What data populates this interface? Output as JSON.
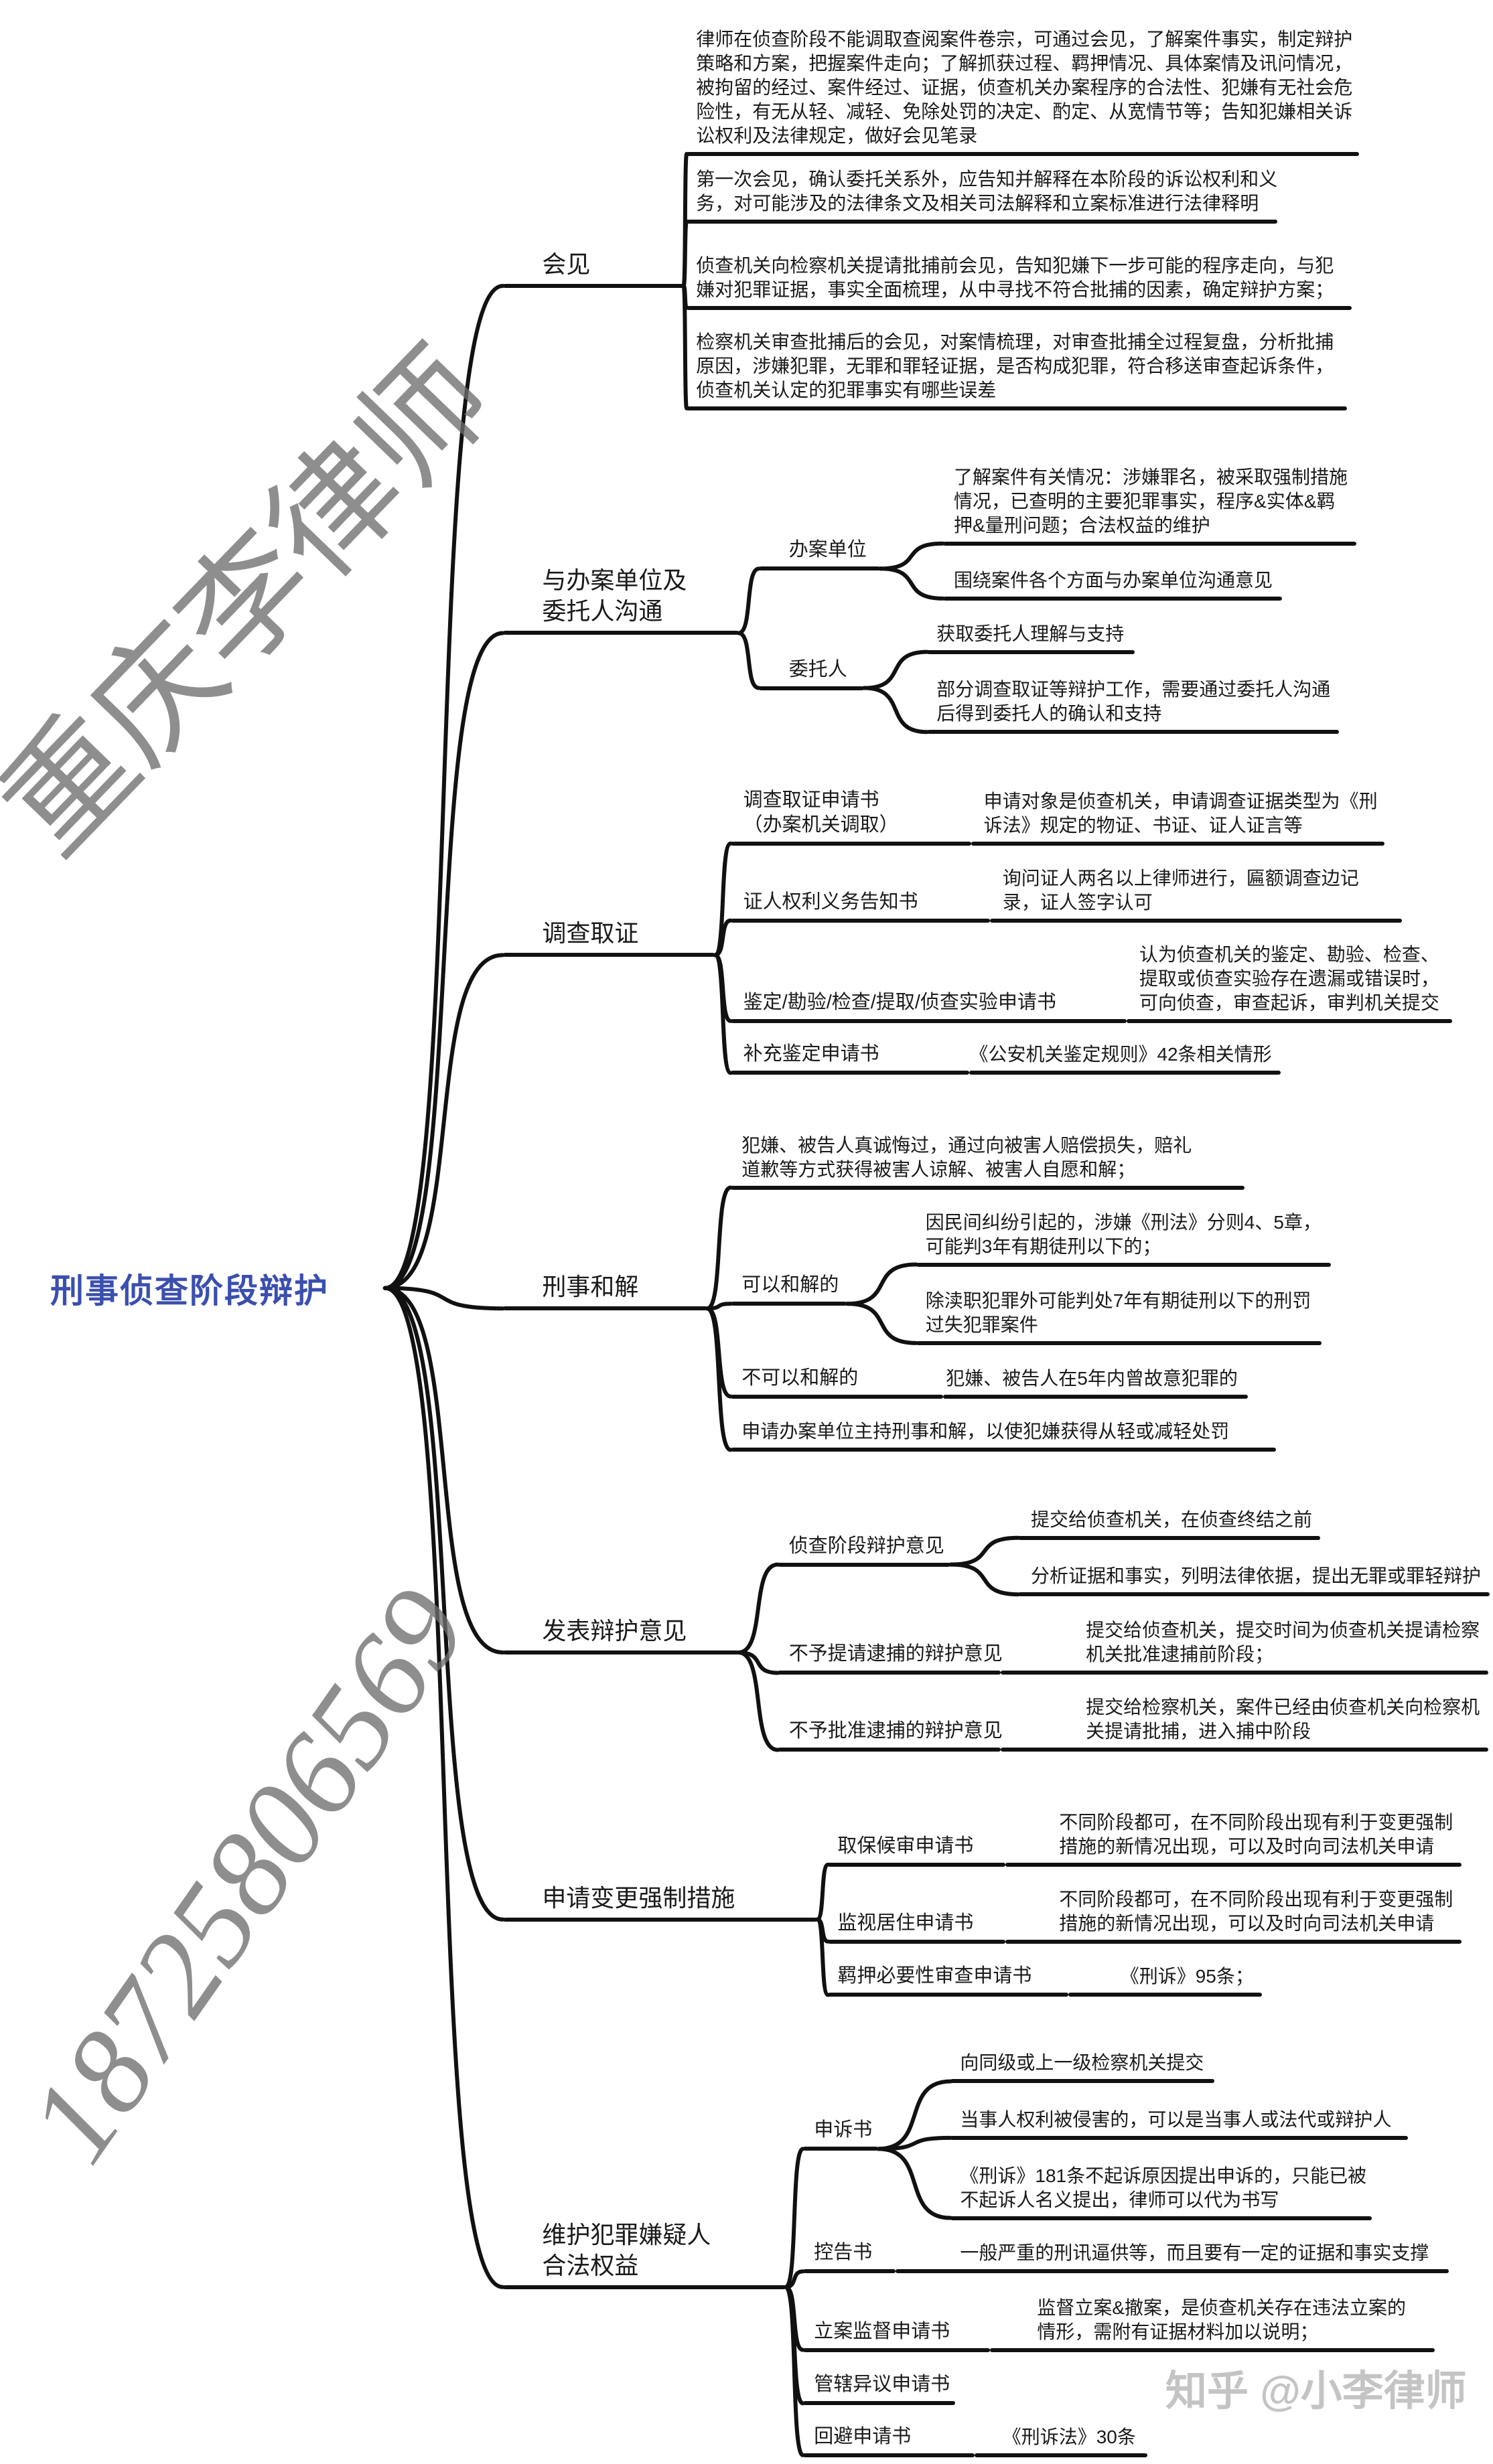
{
  "root": {
    "title": "刑事侦查阶段辩护",
    "title_color": "#3b4fae"
  },
  "branches": [
    {
      "label": "会见",
      "items": [
        "律师在侦查阶段不能调取查阅案件卷宗，可通过会见，了解案件事实，制定辩护策略和方案，把握案件走向；了解抓获过程、羁押情况、具体案情及讯问情况，被拘留的经过、案件经过、证据，侦查机关办案程序的合法性、犯嫌有无社会危险性，有无从轻、减轻、免除处罚的决定、酌定、从宽情节等；告知犯嫌相关诉讼权利及法律规定，做好会见笔录",
        "第一次会见，确认委托关系外，应告知并解释在本阶段的诉讼权利和义务，对可能涉及的法律条文及相关司法解释和立案标准进行法律释明",
        "侦查机关向检察机关提请批捕前会见，告知犯嫌下一步可能的程序走向，与犯嫌对犯罪证据，事实全面梳理，从中寻找不符合批捕的因素，确定辩护方案；",
        "检察机关审查批捕后的会见，对案情梳理，对审查批捕全过程复盘，分析批捕原因，涉嫌犯罪，无罪和罪轻证据，是否构成犯罪，符合移送审查起诉条件，侦查机关认定的犯罪事实有哪些误差"
      ]
    },
    {
      "label": "与办案单位及委托人沟通",
      "children": [
        {
          "label": "办案单位",
          "items": [
            "了解案件有关情况：涉嫌罪名，被采取强制措施情况，已查明的主要犯罪事实，程序&实体&羁押&量刑问题；合法权益的维护",
            "围绕案件各个方面与办案单位沟通意见"
          ]
        },
        {
          "label": "委托人",
          "items": [
            "获取委托人理解与支持",
            "部分调查取证等辩护工作，需要通过委托人沟通后得到委托人的确认和支持"
          ]
        }
      ]
    },
    {
      "label": "调查取证",
      "children": [
        {
          "label": "调查取证申请书",
          "note": "（办案机关调取）",
          "items": [
            "申请对象是侦查机关，申请调查证据类型为《刑诉法》规定的物证、书证、证人证言等"
          ]
        },
        {
          "label": "证人权利义务告知书",
          "items": [
            "询问证人两名以上律师进行，匾额调查边记录，证人签字认可"
          ]
        },
        {
          "label": "鉴定/勘验/检查/提取/侦查实验申请书",
          "items": [
            "认为侦查机关的鉴定、勘验、检查、提取或侦查实验存在遗漏或错误时，可向侦查，审查起诉，审判机关提交"
          ]
        },
        {
          "label": "补充鉴定申请书",
          "items": [
            "《公安机关鉴定规则》42条相关情形"
          ]
        }
      ]
    },
    {
      "label": "刑事和解",
      "children": [
        {
          "text": "犯嫌、被告人真诚悔过，通过向被害人赔偿损失，赔礼道歉等方式获得被害人谅解、被害人自愿和解；"
        },
        {
          "label": "可以和解的",
          "items": [
            "因民间纠纷引起的，涉嫌《刑法》分则4、5章，可能判3年有期徒刑以下的；",
            "除渎职犯罪外可能判处7年有期徒刑以下的刑罚过失犯罪案件"
          ]
        },
        {
          "label": "不可以和解的",
          "items": [
            "犯嫌、被告人在5年内曾故意犯罪的"
          ]
        },
        {
          "text": "申请办案单位主持刑事和解，以使犯嫌获得从轻或减轻处罚"
        }
      ]
    },
    {
      "label": "发表辩护意见",
      "children": [
        {
          "label": "侦查阶段辩护意见",
          "items": [
            "提交给侦查机关，在侦查终结之前",
            "分析证据和事实，列明法律依据，提出无罪或罪轻辩护"
          ]
        },
        {
          "label": "不予提请逮捕的辩护意见",
          "items": [
            "提交给侦查机关，提交时间为侦查机关提请检察机关批准逮捕前阶段；"
          ]
        },
        {
          "label": "不予批准逮捕的辩护意见",
          "items": [
            "提交给检察机关，案件已经由侦查机关向检察机关提请批捕，进入捕中阶段"
          ]
        }
      ]
    },
    {
      "label": "申请变更强制措施",
      "children": [
        {
          "label": "取保候审申请书",
          "items": [
            "不同阶段都可，在不同阶段出现有利于变更强制措施的新情况出现，可以及时向司法机关申请"
          ]
        },
        {
          "label": "监视居住申请书",
          "items": [
            "不同阶段都可，在不同阶段出现有利于变更强制措施的新情况出现，可以及时向司法机关申请"
          ]
        },
        {
          "label": "羁押必要性审查申请书",
          "items": [
            "《刑诉》95条；"
          ]
        }
      ]
    },
    {
      "label": "维护犯罪嫌疑人合法权益",
      "children": [
        {
          "label": "申诉书",
          "items": [
            "向同级或上一级检察机关提交",
            "当事人权利被侵害的，可以是当事人或法代或辩护人",
            "《刑诉》181条不起诉原因提出申诉的，只能已被不起诉人名义提出，律师可以代为书写"
          ]
        },
        {
          "label": "控告书",
          "items": [
            "一般严重的刑讯逼供等，而且要有一定的证据和事实支撑"
          ]
        },
        {
          "label": "立案监督申请书",
          "items": [
            "监督立案&撤案，是侦查机关存在违法立案的情形，需附有证据材料加以说明；"
          ]
        },
        {
          "label": "管辖异议申请书"
        },
        {
          "label": "回避申请书",
          "items": [
            "《刑诉法》30条"
          ]
        }
      ]
    }
  ],
  "watermarks": {
    "diagonal_name": "重庆李律师",
    "diagonal_number": "18725806569",
    "corner": "知乎 @小李律师"
  }
}
